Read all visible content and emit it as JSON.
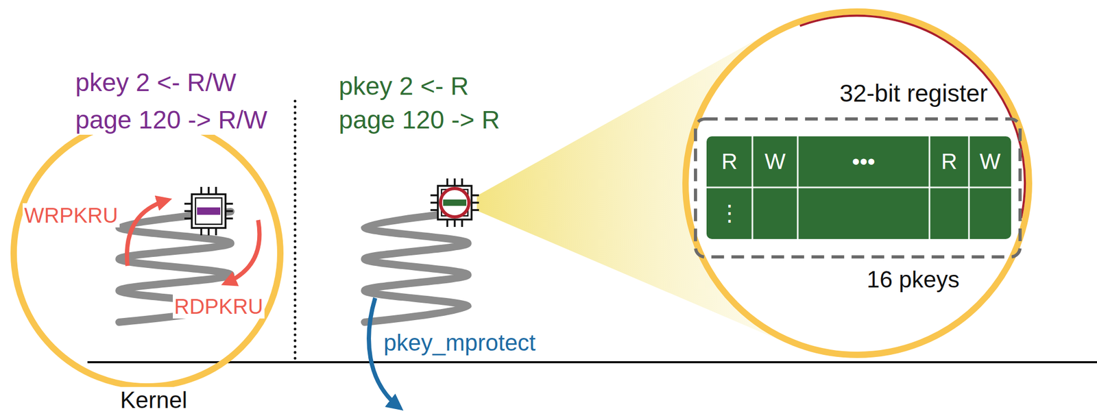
{
  "diagram": {
    "nodes": [
      {
        "text": [
          "WRPKRU",
          "RDPKRU"
        ]
      },
      {
        "text": [
          "32-bit register",
          "16 pkeys"
        ]
      },
      {
        "text": [
          "R",
          "W",
          "•••",
          "R",
          "W",
          "⋮"
        ],
        "in": 1
      }
    ],
    "labels": [
      "pkey 2 <- R/W",
      "page 120 -> R/W",
      "pkey 2 <- R",
      "page 120 -> R",
      "pkey_mprotect",
      "Kernel"
    ]
  }
}
